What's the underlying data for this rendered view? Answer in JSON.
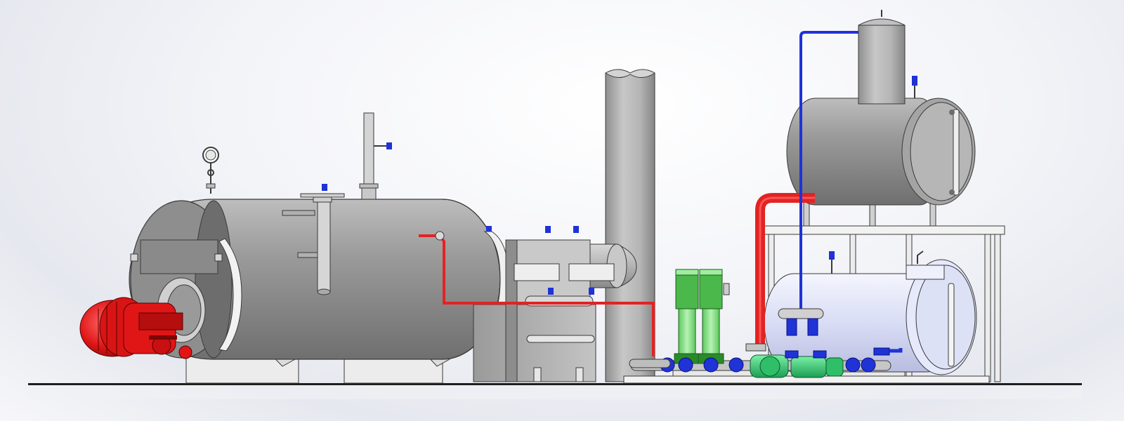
{
  "diagram": {
    "colors": {
      "steel_light": "#d9d9d9",
      "steel_mid": "#a7a7a7",
      "steel_dark": "#6e6e6e",
      "outline": "#3a3a3a",
      "burner_red": "#e01616",
      "hot_pipe_red": "#e42222",
      "cold_pipe_blue": "#1f33d6",
      "pump_green": "#8fe58f",
      "motor_green": "#39d77a",
      "tank_tint": "#dfe3f7",
      "frame_white": "#f2f2f2"
    },
    "components": [
      {
        "key": "boiler",
        "icon": "horizontal-boiler-shell"
      },
      {
        "key": "burner",
        "icon": "burner"
      },
      {
        "key": "economizer",
        "icon": "economizer-box"
      },
      {
        "key": "chimney",
        "icon": "chimney-stack"
      },
      {
        "key": "feed_pumps",
        "icon": "vertical-pump"
      },
      {
        "key": "circulation_pumps",
        "icon": "motor-pump"
      },
      {
        "key": "deaerator",
        "icon": "horizontal-tank"
      },
      {
        "key": "vent_dome",
        "icon": "vent-dome"
      },
      {
        "key": "feedwater_tank",
        "icon": "horizontal-tank"
      },
      {
        "key": "support_frame",
        "icon": "steel-frame"
      },
      {
        "key": "hot_water_line",
        "icon": "pipe-hot"
      },
      {
        "key": "cold_water_line",
        "icon": "pipe-cold"
      }
    ]
  }
}
